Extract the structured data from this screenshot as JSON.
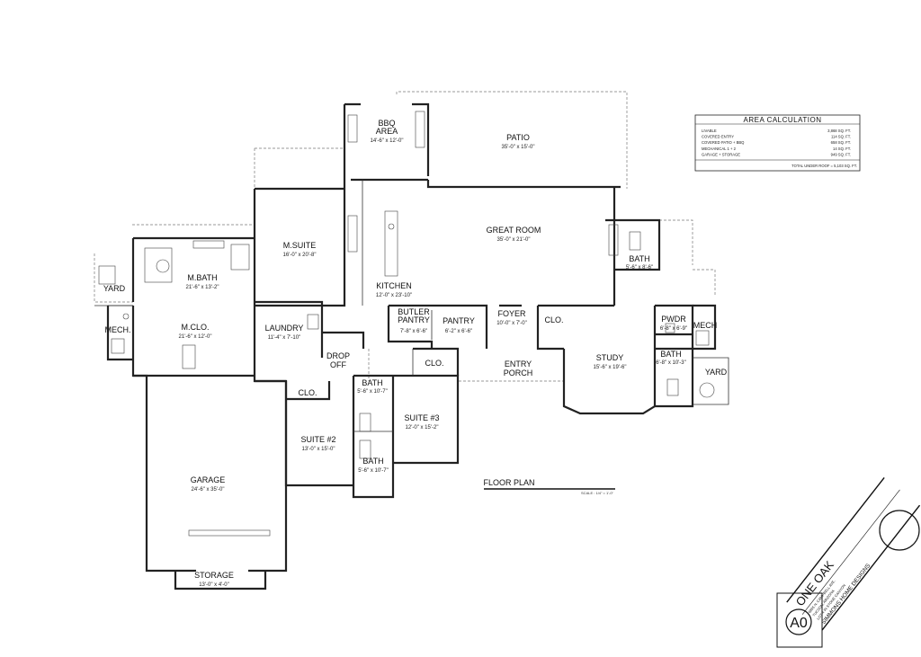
{
  "rooms": {
    "bbq": {
      "name": "BBQ\nAREA",
      "dim": "14'-6\" x 12'-0\""
    },
    "patio": {
      "name": "PATIO",
      "dim": "35'-0\" x 15'-0\""
    },
    "msuite": {
      "name": "M.SUITE",
      "dim": "16'-0\" x 20'-8\""
    },
    "great_room": {
      "name": "GREAT ROOM",
      "dim": "35'-0\" x 21'-0\""
    },
    "bath_top": {
      "name": "BATH",
      "dim": "5'-6\" x 8'-6\""
    },
    "mbath": {
      "name": "M.BATH",
      "dim": "21'-6\" x 13'-2\""
    },
    "yard_left": {
      "name": "YARD"
    },
    "kitchen": {
      "name": "KITCHEN",
      "dim": "12'-0\" x 23'-10\""
    },
    "mech_left": {
      "name": "MECH."
    },
    "mclo": {
      "name": "M.CLO.",
      "dim": "21'-6\" x 12'-0\""
    },
    "laundry": {
      "name": "LAUNDRY",
      "dim": "11'-4\" x 7'-10\""
    },
    "butler": {
      "name": "BUTLER\nPANTRY",
      "dim": "7'-8\" x 6'-6\""
    },
    "pantry": {
      "name": "PANTRY",
      "dim": "6'-2\" x 6'-6\""
    },
    "foyer": {
      "name": "FOYER",
      "dim": "10'-0\" x 7'-0\""
    },
    "clo_foyer": {
      "name": "CLO."
    },
    "pwdr": {
      "name": "PWDR",
      "dim": "6'-8\" x 6'-9\""
    },
    "mech_right": {
      "name": "MECH"
    },
    "study": {
      "name": "STUDY",
      "dim": "15'-6\" x 19'-6\""
    },
    "drop_off": {
      "name": "DROP\nOFF"
    },
    "clo_hall": {
      "name": "CLO."
    },
    "entry_porch": {
      "name": "ENTRY\nPORCH"
    },
    "bath_right": {
      "name": "BATH",
      "dim": "6'-8\" x 10'-3\""
    },
    "yard_right": {
      "name": "YARD"
    },
    "clo_suite2": {
      "name": "CLO."
    },
    "bath_mid": {
      "name": "BATH",
      "dim": "5'-6\" x 10'-7\""
    },
    "suite3": {
      "name": "SUITE #3",
      "dim": "12'-0\" x 15'-2\""
    },
    "suite2": {
      "name": "SUITE #2",
      "dim": "13'-0\" x 15'-0\""
    },
    "bath_low": {
      "name": "BATH",
      "dim": "5'-6\" x 10'-7\""
    },
    "garage": {
      "name": "GARAGE",
      "dim": "24'-6\" x 35'-0\""
    },
    "storage": {
      "name": "STORAGE",
      "dim": "13'-0\" x 4'-0\""
    }
  },
  "plan_title": "FLOOR PLAN",
  "scale": "SCALE : 1/4\" = 1'-0\"",
  "area_calc": {
    "title": "AREA CALCULATION",
    "rows": [
      {
        "label": "LIVABLE",
        "value": "3,868 SQ. FT."
      },
      {
        "label": "COVERED ENTRY",
        "value": "114 SQ. FT."
      },
      {
        "label": "COVERED PATIO + BBQ",
        "value": "658 SQ. FT."
      },
      {
        "label": "MECHANICAL 1 + 2",
        "value": "14 SQ. FT."
      },
      {
        "label": "GARAGE + STORAGE",
        "value": "949 SQ. FT."
      }
    ],
    "total": "TOTAL UNDER ROOF = 5,103 SQ. FT."
  },
  "title_block": {
    "project": "ONE OAK",
    "address": "6855 N. CAMPBELL AVE.",
    "city": "TUCSON, ARIZONA",
    "lot": "LOT 4 IN STONE CANYON",
    "designer": "SIMMONS HOME DESIGNS",
    "sheet": "A0"
  }
}
